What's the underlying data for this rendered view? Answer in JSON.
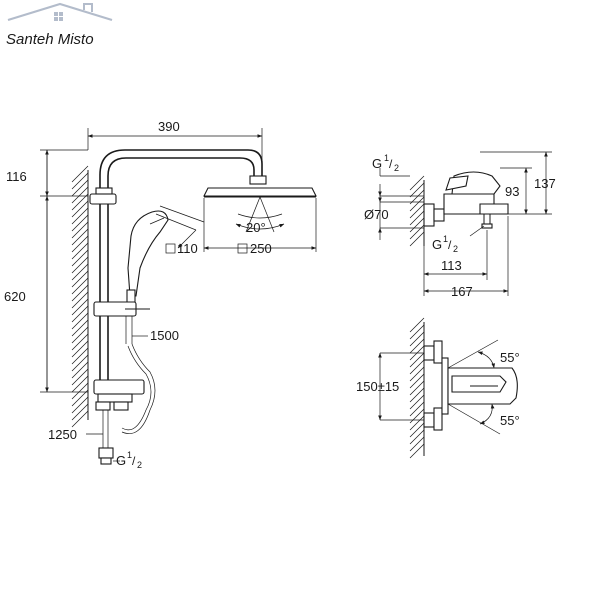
{
  "logo": {
    "text": "Santeh Misto"
  },
  "shower_system": {
    "width_dim": "390",
    "top_dim": "116",
    "height_dim": "620",
    "spray_angle": "20°",
    "hand_shower_size": "110",
    "head_size": "250",
    "hose_dim": "1500",
    "supply_hose_dim": "1250",
    "thread_G": "G",
    "thread_frac_num": "1",
    "thread_frac_den": "2"
  },
  "mixer_side": {
    "thread_G": "G",
    "thread_num": "1",
    "thread_den": "2",
    "diameter": "Ø70",
    "spout_thread_G": "G",
    "spout_thread_num": "1",
    "spout_thread_den": "2",
    "dim_93": "93",
    "dim_137": "137",
    "dim_113": "113",
    "dim_167": "167"
  },
  "mixer_front": {
    "centers": "150±15",
    "angle_top": "55°",
    "angle_bottom": "55°"
  }
}
